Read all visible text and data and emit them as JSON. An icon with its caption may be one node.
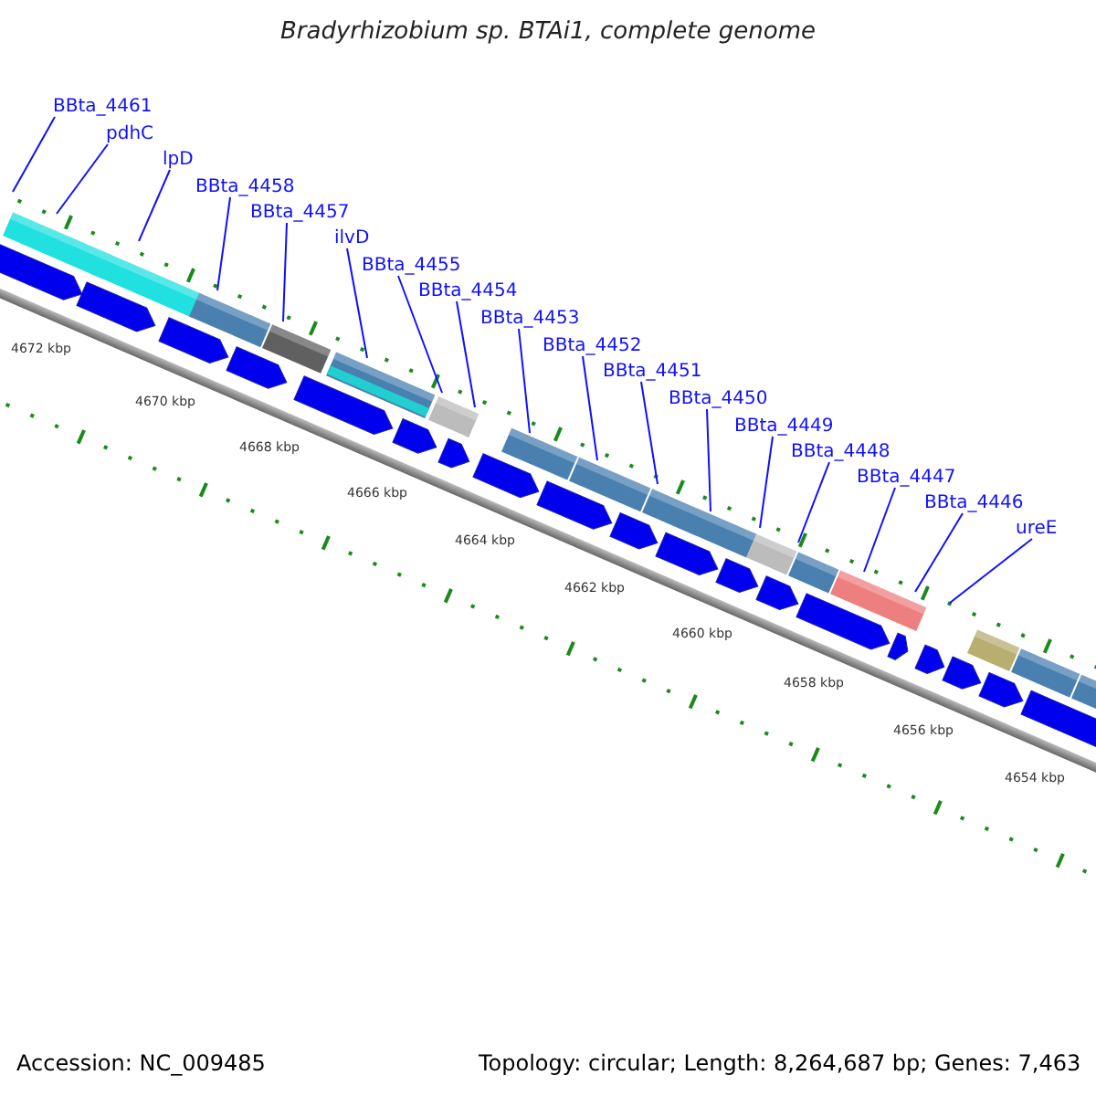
{
  "diagram": {
    "title": "Bradyrhizobium sp. BTAi1, complete genome",
    "nodes": [
      {
        "text": [
          "BBta_4461"
        ]
      },
      {
        "text": [
          "pdhC"
        ]
      },
      {
        "text": [
          "lpD"
        ]
      },
      {
        "text": [
          "BBta_4458"
        ]
      },
      {
        "text": [
          "BBta_4457"
        ]
      },
      {
        "text": [
          "ilvD"
        ]
      },
      {
        "text": [
          "BBta_4455"
        ]
      },
      {
        "text": [
          "BBta_4454"
        ]
      },
      {
        "text": [
          "BBta_4453"
        ]
      },
      {
        "text": [
          "BBta_4452"
        ]
      },
      {
        "text": [
          "BBta_4451"
        ]
      },
      {
        "text": [
          "BBta_4450"
        ]
      },
      {
        "text": [
          "BBta_4449"
        ]
      },
      {
        "text": [
          "BBta_4448"
        ]
      },
      {
        "text": [
          "BBta_4447"
        ]
      },
      {
        "text": [
          "BBta_4446"
        ]
      },
      {
        "text": [
          "ureE"
        ]
      }
    ],
    "edges": [
      {
        "from": 0,
        "to": null,
        "arrow": "none"
      },
      {
        "from": 1,
        "to": null,
        "arrow": "none"
      },
      {
        "from": 2,
        "to": null,
        "arrow": "none"
      },
      {
        "from": 3,
        "to": null,
        "arrow": "none"
      },
      {
        "from": 4,
        "to": null,
        "arrow": "none"
      },
      {
        "from": 5,
        "to": null,
        "arrow": "none"
      },
      {
        "from": 6,
        "to": null,
        "arrow": "none"
      },
      {
        "from": 7,
        "to": null,
        "arrow": "none"
      },
      {
        "from": 8,
        "to": null,
        "arrow": "none"
      },
      {
        "from": 9,
        "to": null,
        "arrow": "none"
      },
      {
        "from": 10,
        "to": null,
        "arrow": "none"
      },
      {
        "from": 11,
        "to": null,
        "arrow": "none"
      },
      {
        "from": 12,
        "to": null,
        "arrow": "none"
      },
      {
        "from": 13,
        "to": null,
        "arrow": "none"
      },
      {
        "from": 14,
        "to": null,
        "arrow": "none"
      },
      {
        "from": 15,
        "to": null,
        "arrow": "none"
      },
      {
        "from": 16,
        "to": null,
        "arrow": "none"
      }
    ],
    "labels": [
      "4672 kbp",
      "4670 kbp",
      "4668 kbp",
      "4666 kbp",
      "4664 kbp",
      "4662 kbp",
      "4660 kbp",
      "4658 kbp",
      "4656 kbp",
      "4654 kbp",
      "Accession: NC_009485",
      "Topology: circular; Length: 8,264,687 bp; Genes: 7,463"
    ]
  }
}
